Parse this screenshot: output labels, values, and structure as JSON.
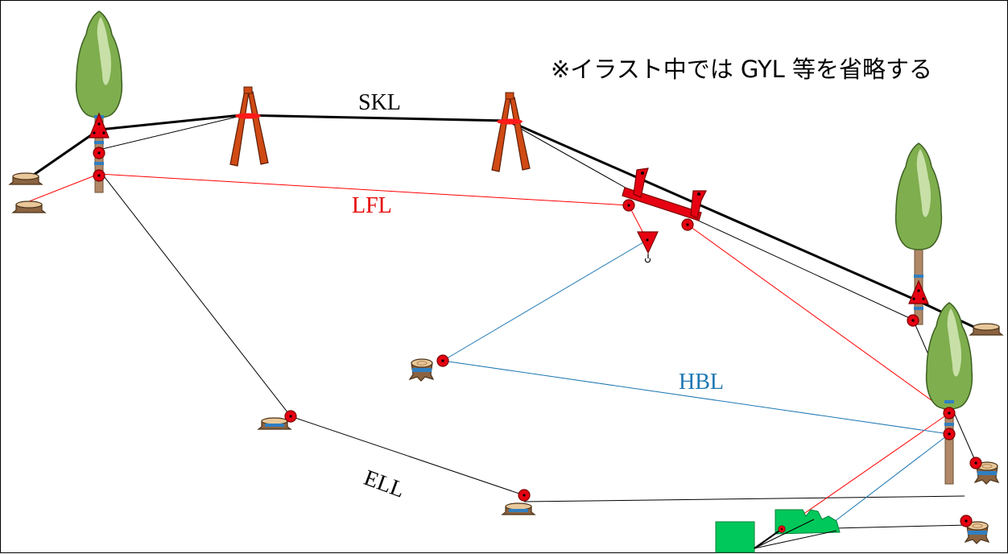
{
  "note": "※イラスト中では GYL 等を省略する",
  "labels": {
    "skl": "SKL",
    "lfl": "LFL",
    "hbl": "HBL",
    "ell": "ELL"
  },
  "colors": {
    "skyline": "#000000",
    "lift_line": "#ff0000",
    "haulback_line": "#1f78b4",
    "block_red": "#e60012",
    "tree_green": "#7fae4e",
    "tree_light": "#c8e0a8",
    "trunk": "#b08868",
    "stump": "#8b6340",
    "strap": "#2f7fc1",
    "yarder": "#00c85a",
    "tower": "#d04a14"
  }
}
